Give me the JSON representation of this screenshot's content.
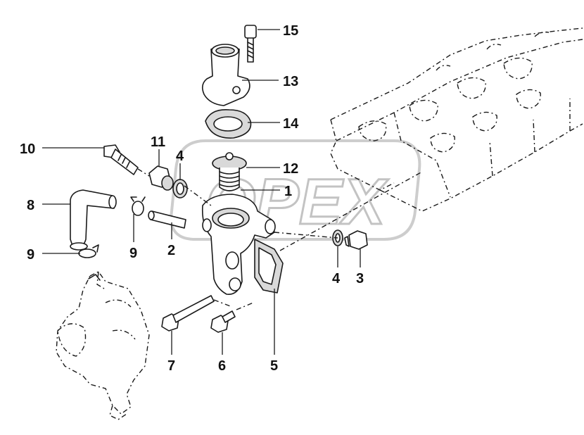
{
  "watermark": {
    "text": "OPEX"
  },
  "callouts": [
    {
      "id": "15",
      "label": "15"
    },
    {
      "id": "13",
      "label": "13"
    },
    {
      "id": "14",
      "label": "14"
    },
    {
      "id": "12",
      "label": "12"
    },
    {
      "id": "1",
      "label": "1"
    },
    {
      "id": "11",
      "label": "11"
    },
    {
      "id": "4a",
      "label": "4"
    },
    {
      "id": "10",
      "label": "10"
    },
    {
      "id": "8",
      "label": "8"
    },
    {
      "id": "9a",
      "label": "9"
    },
    {
      "id": "2",
      "label": "2"
    },
    {
      "id": "9b",
      "label": "9"
    },
    {
      "id": "4b",
      "label": "4"
    },
    {
      "id": "3",
      "label": "3"
    },
    {
      "id": "7",
      "label": "7"
    },
    {
      "id": "6",
      "label": "6"
    },
    {
      "id": "5",
      "label": "5"
    }
  ]
}
